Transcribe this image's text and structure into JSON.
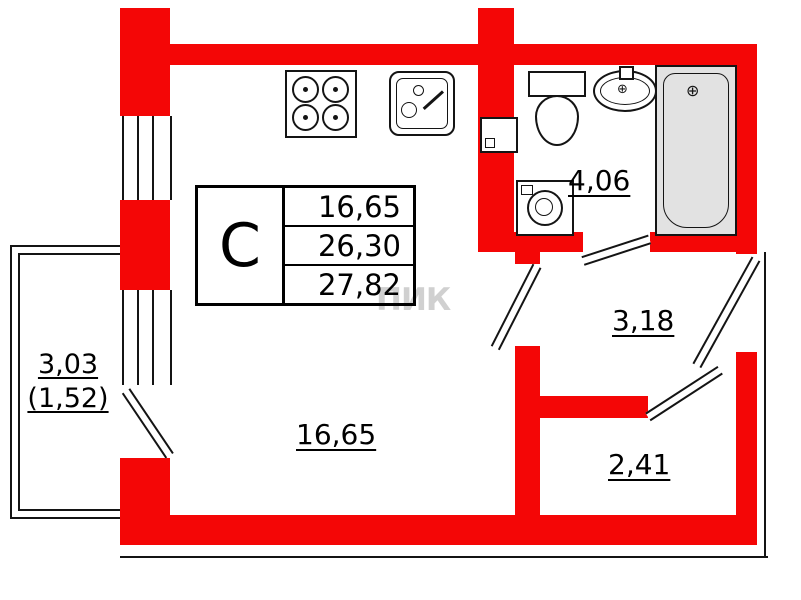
{
  "colors": {
    "wall": "#f40606",
    "line": "#141414",
    "tub": "#e2e2e2",
    "watermark": "#d0d0d0"
  },
  "info_table": {
    "type_label": "С",
    "rows": [
      {
        "value": "16,65"
      },
      {
        "value": "26,30"
      },
      {
        "value": "27,82"
      }
    ]
  },
  "rooms": {
    "living": {
      "area": "16,65"
    },
    "bathroom": {
      "area": "4,06"
    },
    "hall": {
      "area": "3,18"
    },
    "storage": {
      "area": "2,41"
    },
    "balcony": {
      "area": "3,03",
      "area_reduced": "(1,52)"
    }
  },
  "symbols": {
    "drain": "⊕"
  },
  "watermark": "ПИК"
}
